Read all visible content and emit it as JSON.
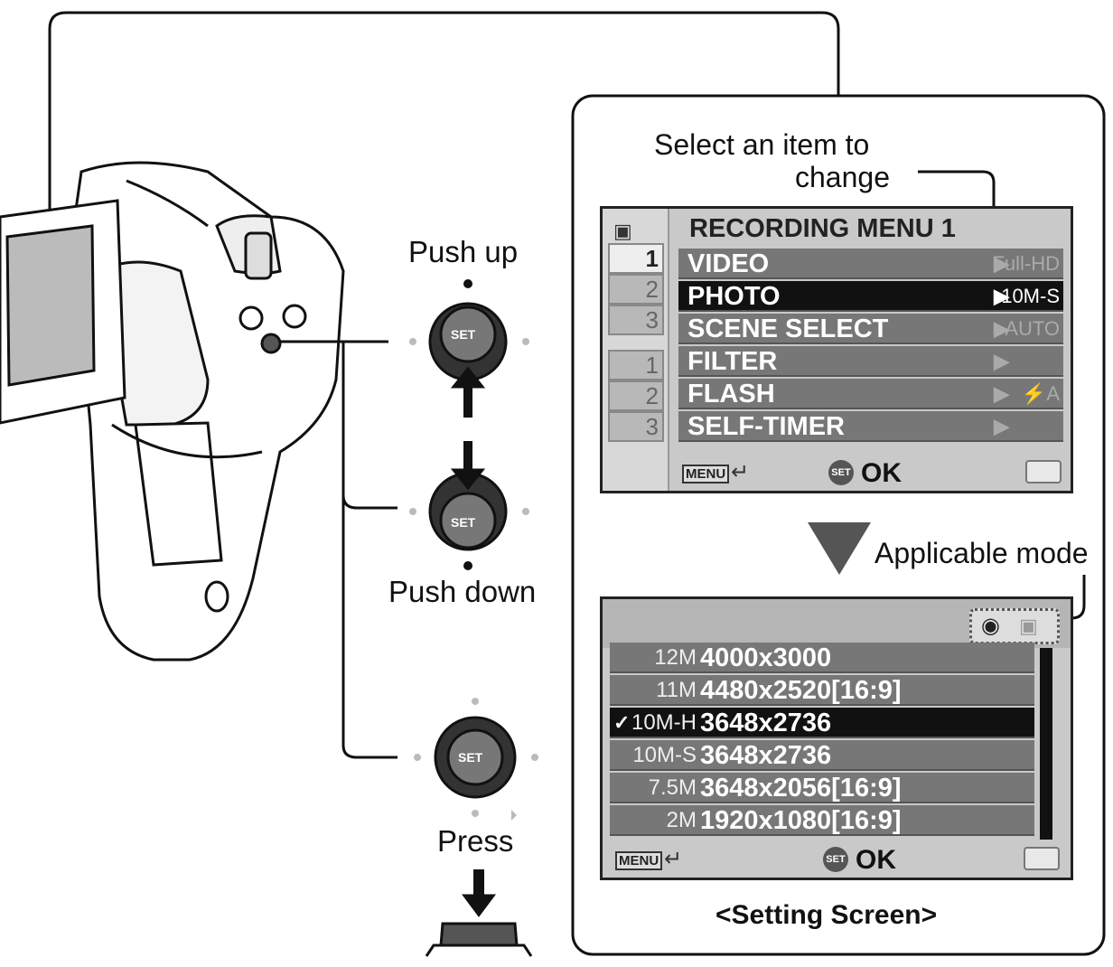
{
  "labels": {
    "push_up": "Push up",
    "push_down": "Push down",
    "press": "Press",
    "select_item_line1": "Select an item to",
    "select_item_line2": "change",
    "applicable_mode": "Applicable mode",
    "setting_screen": "<Setting Screen>"
  },
  "button": {
    "label": "SET"
  },
  "menu": {
    "title": "RECORDING MENU 1",
    "tabs": [
      "1",
      "2",
      "3",
      "1",
      "2",
      "3"
    ],
    "items": [
      {
        "label": "VIDEO",
        "value": "Full-HD",
        "selected": false
      },
      {
        "label": "PHOTO",
        "value": "10M-S",
        "selected": true
      },
      {
        "label": "SCENE SELECT",
        "value": "AUTO",
        "selected": false
      },
      {
        "label": "FILTER",
        "value": "",
        "selected": false
      },
      {
        "label": "FLASH",
        "value": "⚡A",
        "selected": false
      },
      {
        "label": "SELF-TIMER",
        "value": "",
        "selected": false
      }
    ],
    "menu_key": "MENU",
    "set_key": "SET",
    "ok": "OK"
  },
  "setting": {
    "options": [
      {
        "size": "12M",
        "resolution": "4000x3000",
        "selected": false
      },
      {
        "size": "11M",
        "resolution": "4480x2520[16:9]",
        "selected": false
      },
      {
        "size": "10M-H",
        "resolution": "3648x2736",
        "selected": true
      },
      {
        "size": "10M-S",
        "resolution": "3648x2736",
        "selected": false
      },
      {
        "size": "7.5M",
        "resolution": "3648x2056[16:9]",
        "selected": false
      },
      {
        "size": "2M",
        "resolution": "1920x1080[16:9]",
        "selected": false
      }
    ],
    "check_mark": "✓",
    "menu_key": "MENU",
    "set_key": "SET",
    "ok": "OK"
  },
  "colors": {
    "ink": "#111111",
    "menu_row": "#777777",
    "menu_selected": "#111111",
    "screen_bg": "#c9c9c9"
  }
}
